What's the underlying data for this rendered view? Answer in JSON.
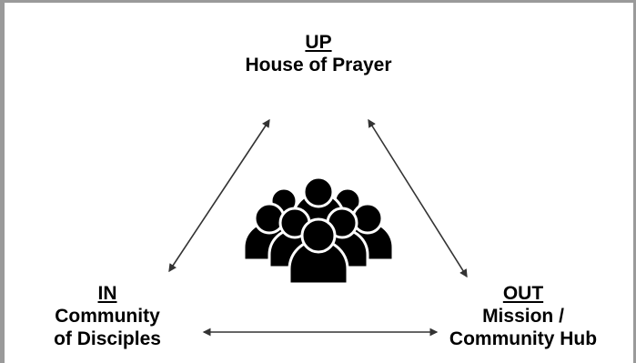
{
  "nodes": {
    "up": {
      "heading": "UP",
      "lines": [
        "House of Prayer"
      ]
    },
    "in": {
      "heading": "IN",
      "lines": [
        "Community",
        "of Disciples"
      ]
    },
    "out": {
      "heading": "OUT",
      "lines": [
        "Mission /",
        "Community Hub"
      ]
    }
  },
  "center_icon": "group-of-people-icon",
  "colors": {
    "frame": "#9a9a9a",
    "ink": "#000000",
    "arrow": "#333333"
  }
}
